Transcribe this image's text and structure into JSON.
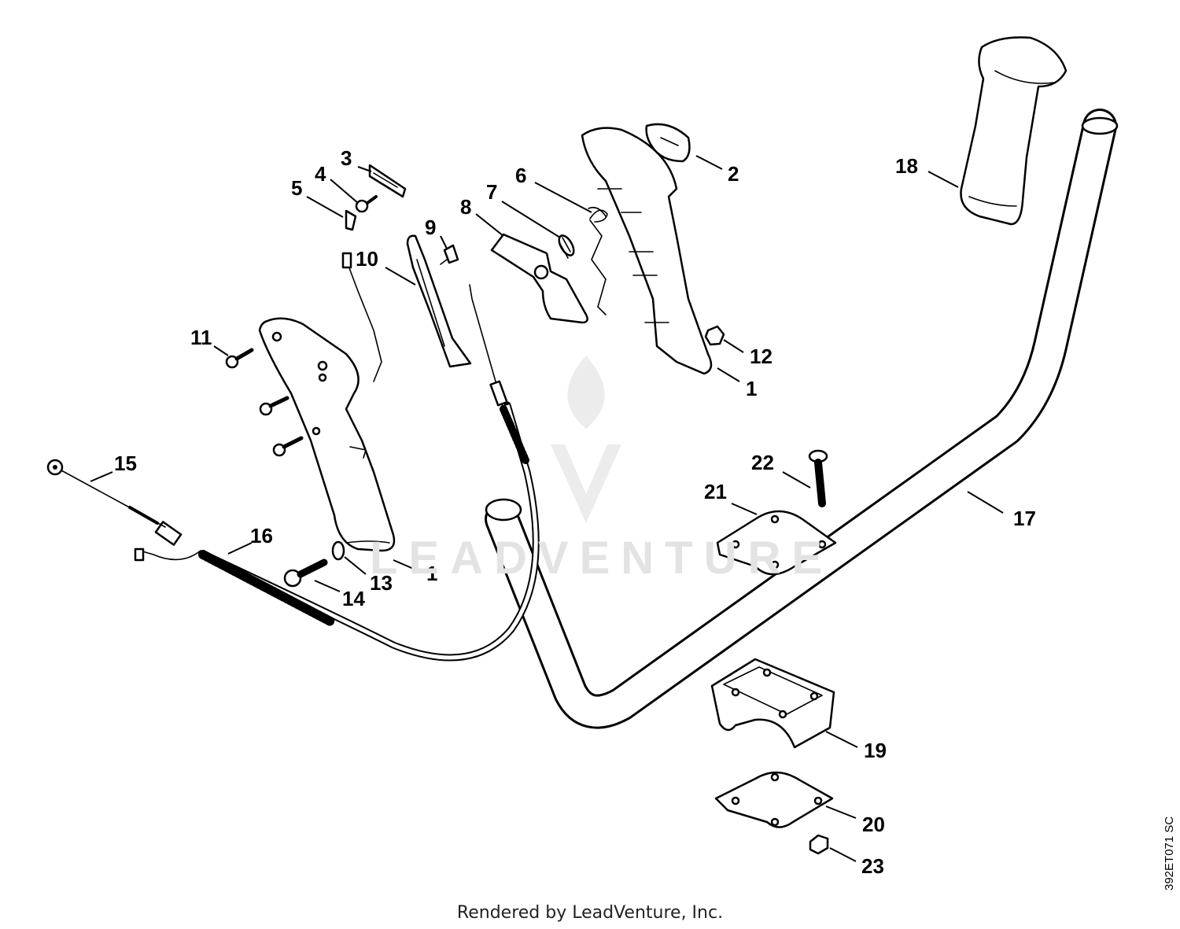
{
  "diagram": {
    "footer": "Rendered by LeadVenture, Inc.",
    "drawing_code": "392ET071 SC",
    "watermark_text": "LEADVENTURE",
    "labels": [
      {
        "id": "1",
        "text": "1"
      },
      {
        "id": "1b",
        "text": "1"
      },
      {
        "id": "2",
        "text": "2"
      },
      {
        "id": "3",
        "text": "3"
      },
      {
        "id": "4",
        "text": "4"
      },
      {
        "id": "5",
        "text": "5"
      },
      {
        "id": "6",
        "text": "6"
      },
      {
        "id": "7",
        "text": "7"
      },
      {
        "id": "8",
        "text": "8"
      },
      {
        "id": "9",
        "text": "9"
      },
      {
        "id": "10",
        "text": "10"
      },
      {
        "id": "11",
        "text": "11"
      },
      {
        "id": "12",
        "text": "12"
      },
      {
        "id": "13",
        "text": "13"
      },
      {
        "id": "14",
        "text": "14"
      },
      {
        "id": "15",
        "text": "15"
      },
      {
        "id": "16",
        "text": "16"
      },
      {
        "id": "17",
        "text": "17"
      },
      {
        "id": "18",
        "text": "18"
      },
      {
        "id": "19",
        "text": "19"
      },
      {
        "id": "20",
        "text": "20"
      },
      {
        "id": "21",
        "text": "21"
      },
      {
        "id": "22",
        "text": "22"
      },
      {
        "id": "23",
        "text": "23"
      }
    ]
  }
}
